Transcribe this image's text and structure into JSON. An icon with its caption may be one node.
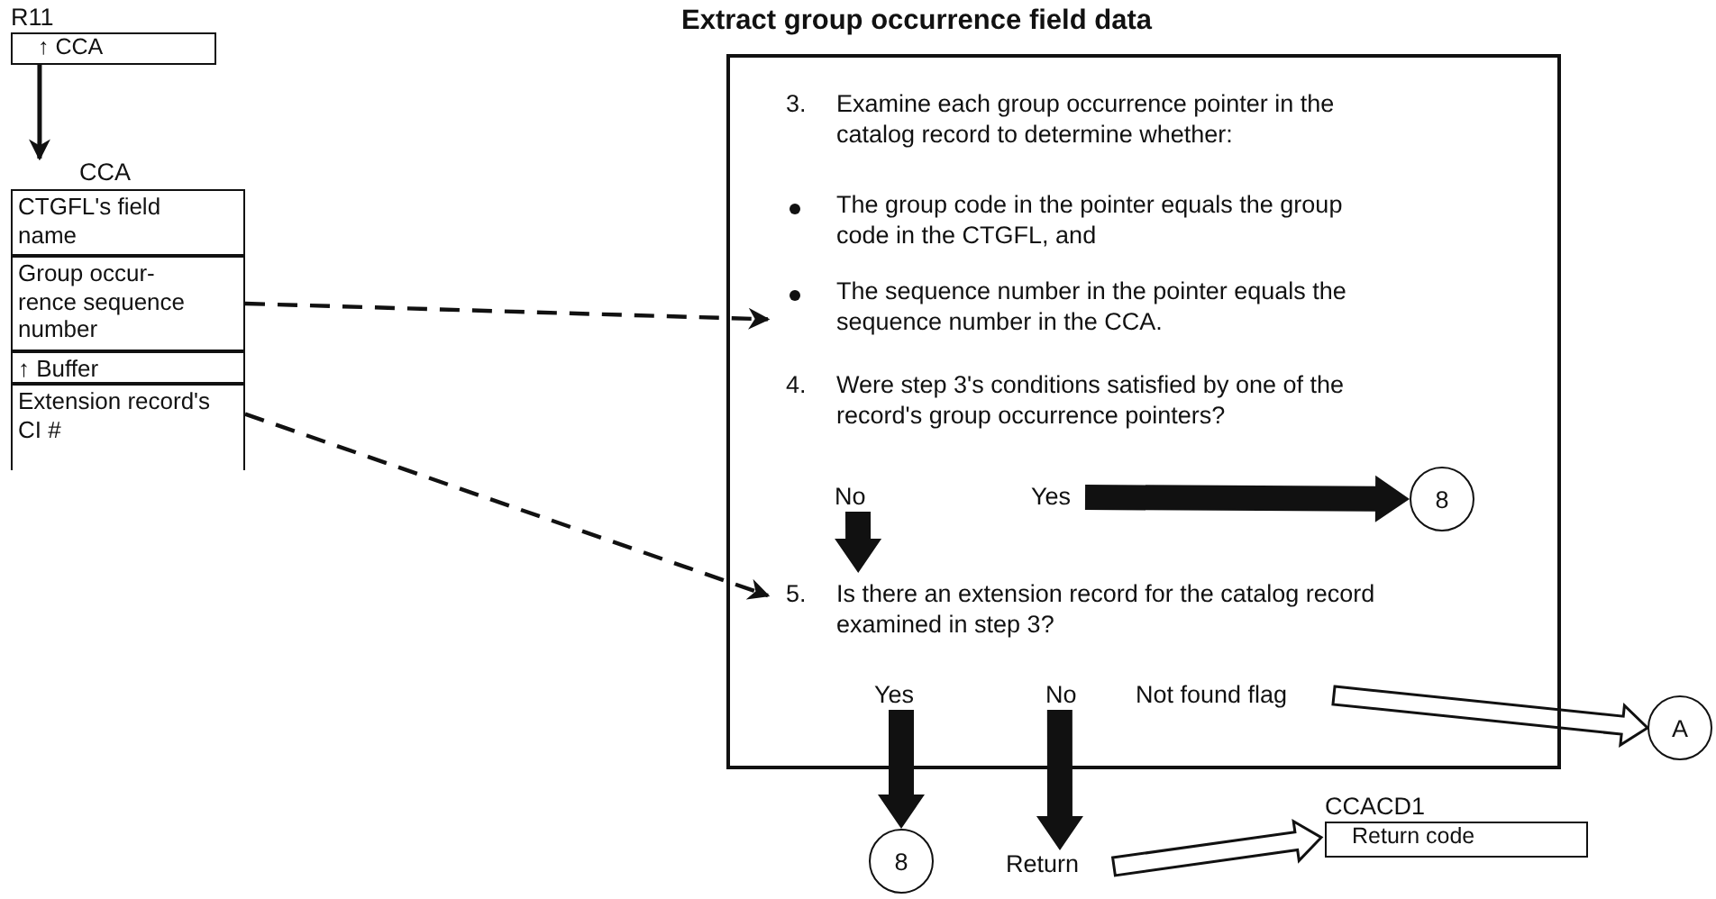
{
  "diagram": {
    "nodes": [
      {
        "text": [
          "R11",
          "↑ CCA"
        ]
      },
      {
        "text": [
          "CCA"
        ]
      },
      {
        "text": [
          "CTGFL's field name"
        ],
        "in": 1
      },
      {
        "text": [
          "Group occur- rence sequence number"
        ],
        "in": 1
      },
      {
        "text": [
          "↑ Buffer"
        ],
        "in": 1
      },
      {
        "text": [
          "Extension record's CI #"
        ],
        "in": 1
      },
      {
        "text": [
          "Extract group occurrence field data"
        ]
      },
      {
        "text": [
          "3.",
          "Examine each group occurrence pointer in the catalog record to determine whether:"
        ],
        "in": 6
      },
      {
        "text": [
          "The group code in the pointer equals the group code in the CTGFL, and"
        ],
        "in": 6
      },
      {
        "text": [
          "The sequence number in the pointer equals the sequence number in the CCA."
        ],
        "in": 6
      },
      {
        "text": [
          "4.",
          "Were step 3's conditions satisfied by one of the record's group occurrence pointers?"
        ],
        "in": 6
      },
      {
        "text": [
          "No"
        ],
        "in": 6
      },
      {
        "text": [
          "Yes"
        ],
        "in": 6
      },
      {
        "text": [
          "8"
        ],
        "in": 6
      },
      {
        "text": [
          "5.",
          "Is there an extension record for the catalog record examined in step 3?"
        ],
        "in": 6
      },
      {
        "text": [
          "Yes"
        ],
        "in": 6
      },
      {
        "text": [
          "No"
        ],
        "in": 6
      },
      {
        "text": [
          "Not found flag"
        ],
        "in": 6
      },
      {
        "text": [
          "A"
        ]
      },
      {
        "text": [
          "8"
        ]
      },
      {
        "text": [
          "Return"
        ]
      },
      {
        "text": [
          "CCACD1",
          "Return code"
        ]
      }
    ],
    "edges": [
      {
        "from": 0,
        "to": 1,
        "arrow": "to"
      },
      {
        "from": 3,
        "to": 9,
        "arrow": "to",
        "style": "dashed"
      },
      {
        "from": 5,
        "to": 14,
        "arrow": "to",
        "style": "dashed"
      },
      {
        "from": 11,
        "to": 14,
        "arrow": "to",
        "style": "thick"
      },
      {
        "from": 12,
        "to": 13,
        "arrow": "to",
        "style": "thick"
      },
      {
        "from": 15,
        "to": 19,
        "arrow": "to",
        "style": "thick"
      },
      {
        "from": 16,
        "to": 20,
        "arrow": "to",
        "style": "thick"
      },
      {
        "from": 17,
        "to": 18,
        "arrow": "to"
      },
      {
        "from": 20,
        "to": 21,
        "arrow": "to"
      }
    ]
  }
}
